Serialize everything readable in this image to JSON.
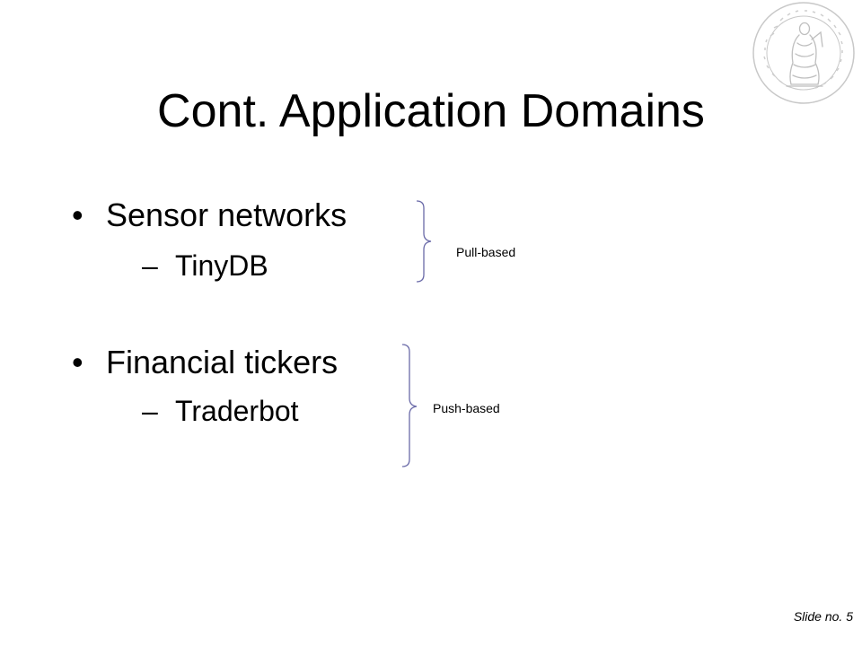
{
  "slide": {
    "title": "Cont. Application Domains",
    "bullets": [
      {
        "marker": "•",
        "text": "Sensor networks",
        "sub_marker": "–",
        "sub_text": "TinyDB"
      },
      {
        "marker": "•",
        "text": "Financial tickers",
        "sub_marker": "–",
        "sub_text": "Traderbot"
      }
    ],
    "braces": [
      {
        "label": "Pull-based"
      },
      {
        "label": "Push-based"
      }
    ],
    "footer": "Slide no. 5",
    "logo": {
      "icon": "university-seal-icon",
      "color": "#c8c8c8"
    },
    "brace_color": "#6a6aa8"
  }
}
